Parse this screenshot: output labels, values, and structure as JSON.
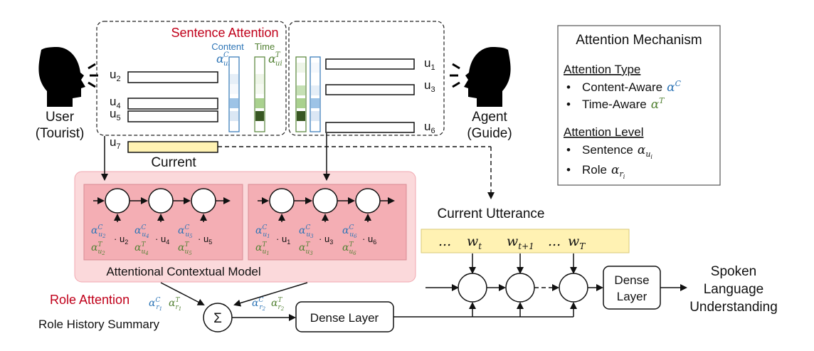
{
  "speakers": {
    "user": {
      "line1": "User",
      "line2": "(Tourist)"
    },
    "agent": {
      "line1": "Agent",
      "line2": "(Guide)"
    }
  },
  "sentence_attention": {
    "title": "Sentence Attention",
    "content_label": "Content",
    "time_label": "Time",
    "content_symbol": "α",
    "content_sup": "C",
    "content_sub": "ui",
    "time_symbol": "α",
    "time_sup": "T",
    "time_sub": "ui"
  },
  "user_utterances": [
    "u2",
    "u4",
    "u5"
  ],
  "user_utterances_display": [
    {
      "base": "u",
      "sub": "2"
    },
    {
      "base": "u",
      "sub": "4"
    },
    {
      "base": "u",
      "sub": "5"
    }
  ],
  "agent_utterances_display": [
    {
      "base": "u",
      "sub": "1"
    },
    {
      "base": "u",
      "sub": "3"
    },
    {
      "base": "u",
      "sub": "6"
    }
  ],
  "current": {
    "utterance_base": "u",
    "utterance_sub": "7",
    "label": "Current"
  },
  "legend": {
    "title": "Attention Mechanism",
    "type_heading": "Attention Type",
    "type_items": [
      {
        "text": "Content-Aware",
        "symbol": "α",
        "sup": "C",
        "color": "#2e75b6"
      },
      {
        "text": "Time-Aware",
        "symbol": "α",
        "sup": "T",
        "color": "#548235"
      }
    ],
    "level_heading": "Attention Level",
    "level_items": [
      {
        "text": "Sentence",
        "symbol": "α",
        "sub": "u",
        "subsub": "i"
      },
      {
        "text": "Role",
        "symbol": "α",
        "sub": "r",
        "subsub": "i"
      }
    ],
    "bullet": "•"
  },
  "contextual_model": {
    "label": "Attentional Contextual Model",
    "user_terms": [
      {
        "c_sub": "u",
        "c_subsub": "2",
        "t_sub": "u",
        "t_subsub": "2",
        "u": "u",
        "u_sub": "2"
      },
      {
        "c_sub": "u",
        "c_subsub": "4",
        "t_sub": "u",
        "t_subsub": "4",
        "u": "u",
        "u_sub": "4"
      },
      {
        "c_sub": "u",
        "c_subsub": "5",
        "t_sub": "u",
        "t_subsub": "5",
        "u": "u",
        "u_sub": "5"
      }
    ],
    "agent_terms": [
      {
        "c_sub": "u",
        "c_subsub": "1",
        "t_sub": "u",
        "t_subsub": "1",
        "u": "u",
        "u_sub": "1"
      },
      {
        "c_sub": "u",
        "c_subsub": "3",
        "t_sub": "u",
        "t_subsub": "3",
        "u": "u",
        "u_sub": "3"
      },
      {
        "c_sub": "u",
        "c_subsub": "6",
        "t_sub": "u",
        "t_subsub": "6",
        "u": "u",
        "u_sub": "6"
      }
    ],
    "dot": "·"
  },
  "role_attention": {
    "title": "Role Attention",
    "summary_label": "Role History Summary",
    "sum_symbol": "Σ",
    "r1": {
      "sub": "r",
      "subsub": "1"
    },
    "r2": {
      "sub": "r",
      "subsub": "2"
    }
  },
  "current_utterance": {
    "title": "Current Utterance",
    "tokens": [
      {
        "text": "...",
        "sub": ""
      },
      {
        "text": "w",
        "sub": "t"
      },
      {
        "text": "w",
        "sub": "t+1"
      },
      {
        "text": "...",
        "sub": ""
      },
      {
        "text": "w",
        "sub": "T"
      }
    ]
  },
  "dense_layer_1": "Dense Layer",
  "dense_layer_2": {
    "line1": "Dense",
    "line2": "Layer"
  },
  "output": {
    "line1": "Spoken",
    "line2": "Language",
    "line3": "Understanding"
  },
  "colors": {
    "attention_red": "#c0001a",
    "content_blue": "#2e75b6",
    "time_green": "#548235",
    "model_bg": "#fbd9db",
    "model_inner": "#f4aeb4",
    "current_fill": "#fff2b3",
    "utterance_bar_fill": "#fffac8"
  }
}
